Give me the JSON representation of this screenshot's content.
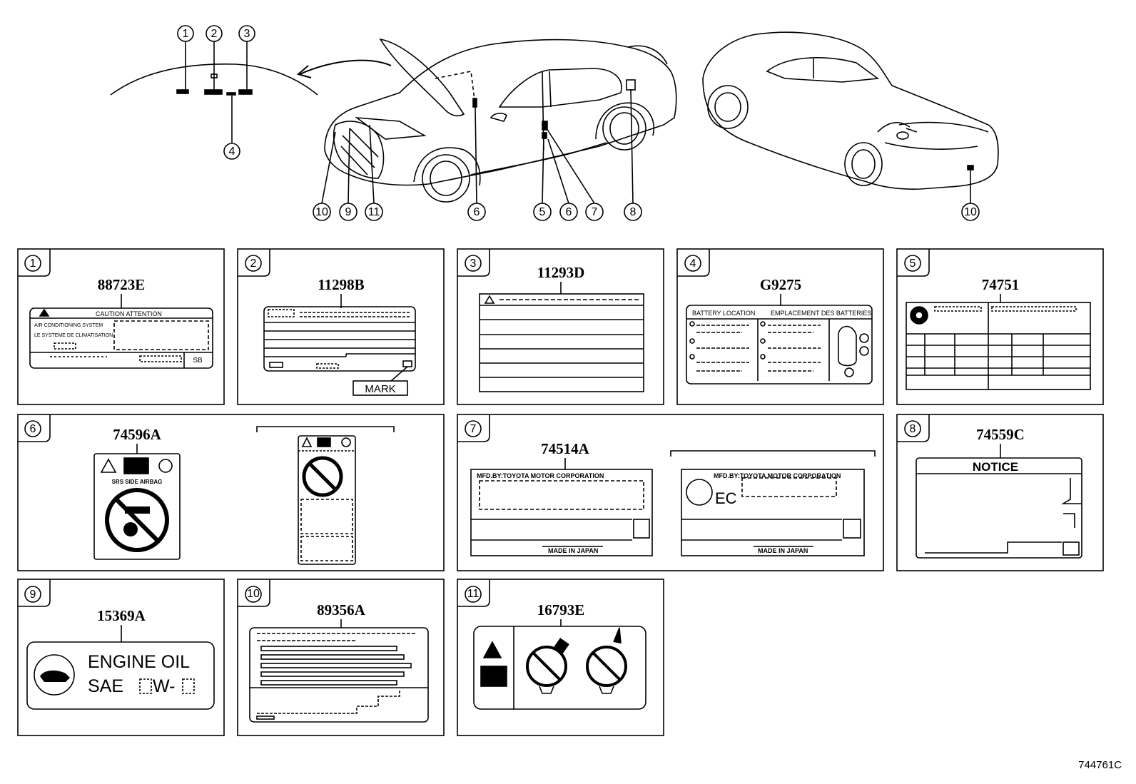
{
  "callouts": {
    "front_header": [
      "1",
      "2",
      "3",
      "4"
    ],
    "car_front": [
      "10",
      "9",
      "11",
      "6",
      "5",
      "6",
      "7",
      "8"
    ],
    "car_rear": [
      "10"
    ]
  },
  "panels": [
    {
      "num": "1",
      "code": "88723E"
    },
    {
      "num": "2",
      "code": "11298B"
    },
    {
      "num": "3",
      "code": "11293D"
    },
    {
      "num": "4",
      "code": "G9275"
    },
    {
      "num": "5",
      "code": "74751"
    },
    {
      "num": "6",
      "code": "74596A"
    },
    {
      "num": "7",
      "code": "74514A"
    },
    {
      "num": "8",
      "code": "74559C"
    },
    {
      "num": "9",
      "code": "15369A"
    },
    {
      "num": "10",
      "code": "89356A"
    },
    {
      "num": "11",
      "code": "16793E"
    }
  ],
  "labels": {
    "p1_caution": "CAUTION  ATTENTION",
    "p1_line1": "AIR CONDITIONING SYSTEM",
    "p1_line2": "LE SYSTEME DE CLIMATISATION",
    "p1_sb": "SB",
    "p2_mark": "MARK",
    "p4_battery": "BATTERY LOCATION",
    "p4_emplacement": "EMPLACEMENT DES BATTERIES",
    "p6_srs": "SRS  SIDE  AIRBAG",
    "p7_mfd": "MFD.BY:TOYOTA MOTOR CORPORATION",
    "p7_made": "MADE IN JAPAN",
    "p7_ec": "EC",
    "p8_notice": "NOTICE",
    "p9_line1": "ENGINE  OIL",
    "p9_sae": "SAE",
    "p9_w": "W-"
  },
  "reference_code": "744761C"
}
